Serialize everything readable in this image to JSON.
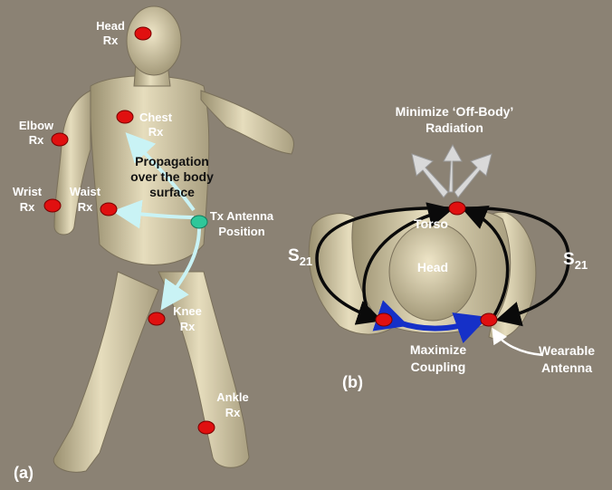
{
  "panel_a": {
    "tag": "(a)",
    "receivers": [
      {
        "name": "Head",
        "suffix": "Rx"
      },
      {
        "name": "Chest",
        "suffix": "Rx"
      },
      {
        "name": "Elbow",
        "suffix": "Rx"
      },
      {
        "name": "Wrist",
        "suffix": "Rx"
      },
      {
        "name": "Waist",
        "suffix": "Rx"
      },
      {
        "name": "Knee",
        "suffix": "Rx"
      },
      {
        "name": "Ankle",
        "suffix": "Rx"
      }
    ],
    "tx_label": [
      "Tx Antenna",
      "Position"
    ],
    "propagation_label": [
      "Propagation",
      "over the body",
      "surface"
    ]
  },
  "panel_b": {
    "tag": "(b)",
    "title": [
      "Minimize ‘Off-Body’",
      "Radiation"
    ],
    "torso": "Torso",
    "head": "Head",
    "s21_base": "S",
    "s21_sub": "21",
    "maximize": [
      "Maximize",
      "Coupling"
    ],
    "wearable": [
      "Wearable",
      "Antenna"
    ]
  },
  "colors": {
    "background": "#8b8274",
    "node": "#e01010",
    "tx_node": "#2fc79a",
    "propagation_arrow": "#c9f3f5",
    "coupling_arrow": "#1530c8",
    "loop_arrow": "#0a0a0a",
    "radiation_arrow": "#d9d9d9",
    "skin": "#d8cfac"
  }
}
